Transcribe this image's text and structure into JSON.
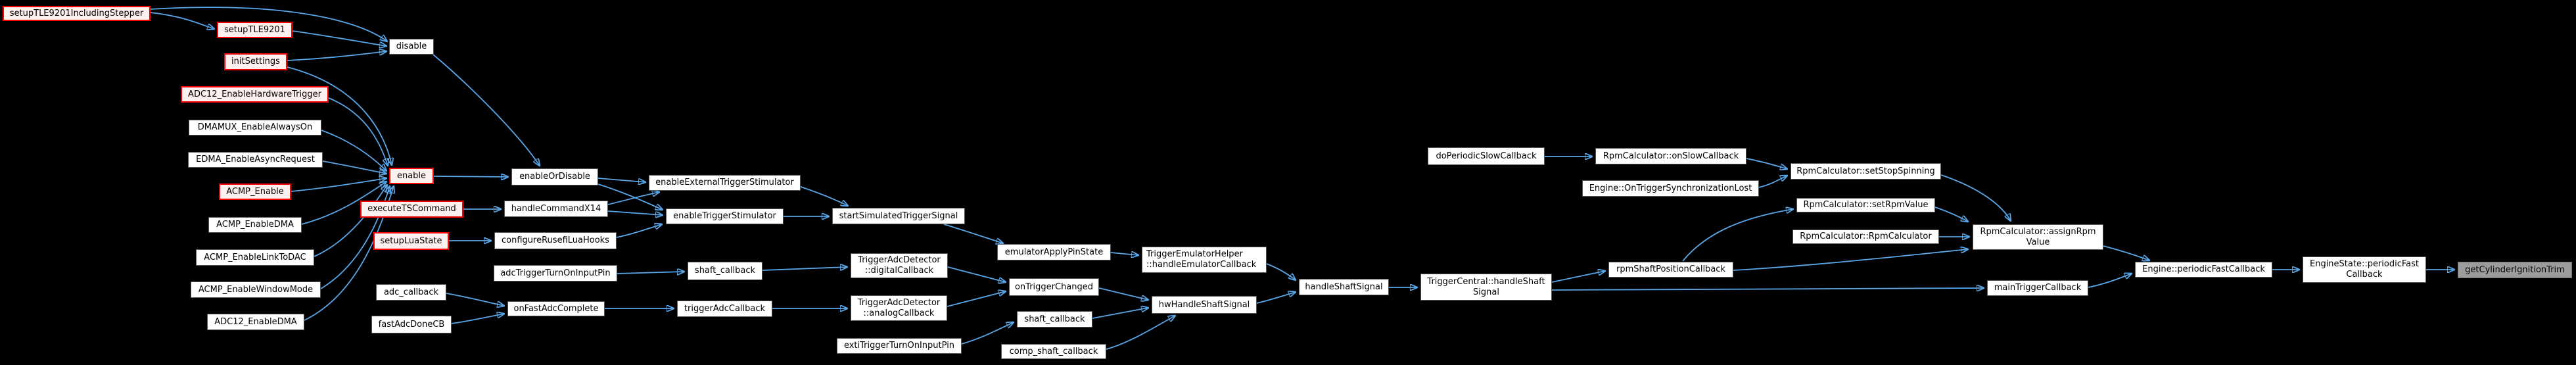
{
  "diagram": {
    "kind": "doxygen-caller-graph",
    "colors": {
      "background": "#000000",
      "edge": "#59a7e8",
      "node_fill": "#ffffff",
      "node_border": "#565656",
      "truncated_node_border": "#fb0000",
      "truncated_node_fill": "#fff0f0",
      "highlighted_node_fill": "#9c9c9c",
      "text": "#000000"
    },
    "nodes": {
      "setup_tle9201_including_stepper": {
        "label": "setupTLE9201IncludingStepper",
        "style": "truncated"
      },
      "setup_tle9201": {
        "label": "setupTLE9201",
        "style": "truncated"
      },
      "init_settings": {
        "label": "initSettings",
        "style": "truncated"
      },
      "adc12_enable_hardware_trigger": {
        "label": "ADC12_EnableHardwareTrigger",
        "style": "truncated"
      },
      "dmamux_enable_always_on": {
        "label": "DMAMUX_EnableAlwaysOn",
        "style": "normal"
      },
      "edma_enable_async_request": {
        "label": "EDMA_EnableAsyncRequest",
        "style": "normal"
      },
      "acmp_enable": {
        "label": "ACMP_Enable",
        "style": "truncated"
      },
      "acmp_enable_dma": {
        "label": "ACMP_EnableDMA",
        "style": "normal"
      },
      "acmp_enable_link_to_dac": {
        "label": "ACMP_EnableLinkToDAC",
        "style": "normal"
      },
      "acmp_enable_window_mode": {
        "label": "ACMP_EnableWindowMode",
        "style": "normal"
      },
      "adc12_enable_dma": {
        "label": "ADC12_EnableDMA",
        "style": "normal"
      },
      "disable": {
        "label": "disable",
        "style": "normal"
      },
      "enable": {
        "label": "enable",
        "style": "truncated"
      },
      "execute_ts_command": {
        "label": "executeTSCommand",
        "style": "truncated"
      },
      "setup_lua_state": {
        "label": "setupLuaState",
        "style": "truncated"
      },
      "adc_callback": {
        "label": "adc_callback",
        "style": "normal"
      },
      "fast_adc_done_cb": {
        "label": "fastAdcDoneCB",
        "style": "normal"
      },
      "enable_or_disable": {
        "label": "enableOrDisable",
        "style": "normal"
      },
      "handle_command_x14": {
        "label": "handleCommandX14",
        "style": "normal"
      },
      "configure_rusefi_lua_hooks": {
        "label": "configureRusefiLuaHooks",
        "style": "normal"
      },
      "adc_trigger_turn_on_input_pin": {
        "label": "adcTriggerTurnOnInputPin",
        "style": "normal"
      },
      "on_fast_adc_complete": {
        "label": "onFastAdcComplete",
        "style": "normal"
      },
      "enable_external_trigger_stimulator": {
        "label": "enableExternalTriggerStimulator",
        "style": "normal"
      },
      "enable_trigger_stimulator": {
        "label": "enableTriggerStimulator",
        "style": "normal"
      },
      "shaft_callback_adc": {
        "label": "shaft_callback",
        "style": "normal"
      },
      "trigger_adc_callback": {
        "label": "triggerAdcCallback",
        "style": "normal"
      },
      "start_simulated_trigger_signal": {
        "label": "startSimulatedTriggerSignal",
        "style": "normal"
      },
      "trigger_adc_detector_digital_callback": {
        "label": "TriggerAdcDetector::digitalCallback",
        "line1": "TriggerAdcDetector",
        "line2": "::digitalCallback",
        "style": "normal"
      },
      "trigger_adc_detector_analog_callback": {
        "label": "TriggerAdcDetector::analogCallback",
        "line1": "TriggerAdcDetector",
        "line2": "::analogCallback",
        "style": "normal"
      },
      "exti_trigger_turn_on_input_pin": {
        "label": "extiTriggerTurnOnInputPin",
        "style": "normal"
      },
      "emulator_apply_pin_state": {
        "label": "emulatorApplyPinState",
        "style": "normal"
      },
      "on_trigger_changed": {
        "label": "onTriggerChanged",
        "style": "normal"
      },
      "shaft_callback_exti": {
        "label": "shaft_callback",
        "style": "normal"
      },
      "comp_shaft_callback": {
        "label": "comp_shaft_callback",
        "style": "normal"
      },
      "trigger_emulator_helper_handle_emulator_callback": {
        "label": "TriggerEmulatorHelper::handleEmulatorCallback",
        "line1": "TriggerEmulatorHelper",
        "line2": "::handleEmulatorCallback",
        "style": "normal"
      },
      "hw_handle_shaft_signal": {
        "label": "hwHandleShaftSignal",
        "style": "normal"
      },
      "handle_shaft_signal": {
        "label": "handleShaftSignal",
        "style": "normal"
      },
      "trigger_central_handle_shaft_signal": {
        "label": "TriggerCentral::handleShaftSignal",
        "line1": "TriggerCentral::handleShaft",
        "line2": "Signal",
        "style": "normal"
      },
      "do_periodic_slow_callback": {
        "label": "doPeriodicSlowCallback",
        "style": "normal"
      },
      "rpm_calculator_on_slow_callback": {
        "label": "RpmCalculator::onSlowCallback",
        "style": "normal"
      },
      "engine_on_trigger_synchronization_lost": {
        "label": "Engine::OnTriggerSynchronizationLost",
        "style": "normal"
      },
      "rpm_calculator_set_stop_spinning": {
        "label": "RpmCalculator::setStopSpinning",
        "style": "normal"
      },
      "rpm_calculator_set_rpm_value": {
        "label": "RpmCalculator::setRpmValue",
        "style": "normal"
      },
      "rpm_calculator_rpm_calculator": {
        "label": "RpmCalculator::RpmCalculator",
        "style": "normal"
      },
      "rpm_shaft_position_callback": {
        "label": "rpmShaftPositionCallback",
        "style": "normal"
      },
      "rpm_calculator_assign_rpm_value": {
        "label": "RpmCalculator::assignRpmValue",
        "line1": "RpmCalculator::assignRpm",
        "line2": "Value",
        "style": "normal"
      },
      "main_trigger_callback": {
        "label": "mainTriggerCallback",
        "style": "normal"
      },
      "engine_periodic_fast_callback": {
        "label": "Engine::periodicFastCallback",
        "style": "normal"
      },
      "engine_state_periodic_fast_callback": {
        "label": "EngineState::periodicFastCallback",
        "line1": "EngineState::periodicFast",
        "line2": "Callback",
        "style": "normal"
      },
      "get_cylinder_ignition_trim": {
        "label": "getCylinderIgnitionTrim",
        "style": "highlighted"
      }
    },
    "edges": [
      {
        "from": "setup_tle9201_including_stepper",
        "to": "setup_tle9201"
      },
      {
        "from": "setup_tle9201_including_stepper",
        "to": "disable"
      },
      {
        "from": "setup_tle9201",
        "to": "disable"
      },
      {
        "from": "init_settings",
        "to": "disable"
      },
      {
        "from": "init_settings",
        "to": "enable"
      },
      {
        "from": "adc12_enable_hardware_trigger",
        "to": "enable"
      },
      {
        "from": "dmamux_enable_always_on",
        "to": "enable"
      },
      {
        "from": "edma_enable_async_request",
        "to": "enable"
      },
      {
        "from": "acmp_enable",
        "to": "enable"
      },
      {
        "from": "acmp_enable_dma",
        "to": "enable"
      },
      {
        "from": "acmp_enable_link_to_dac",
        "to": "enable"
      },
      {
        "from": "acmp_enable_window_mode",
        "to": "enable"
      },
      {
        "from": "adc12_enable_dma",
        "to": "enable"
      },
      {
        "from": "enable",
        "to": "enable_or_disable"
      },
      {
        "from": "disable",
        "to": "enable_or_disable"
      },
      {
        "from": "enable_or_disable",
        "to": "enable_external_trigger_stimulator"
      },
      {
        "from": "enable_or_disable",
        "to": "enable_trigger_stimulator"
      },
      {
        "from": "handle_command_x14",
        "to": "enable_external_trigger_stimulator"
      },
      {
        "from": "handle_command_x14",
        "to": "enable_trigger_stimulator"
      },
      {
        "from": "configure_rusefi_lua_hooks",
        "to": "enable_trigger_stimulator"
      },
      {
        "from": "execute_ts_command",
        "to": "handle_command_x14"
      },
      {
        "from": "setup_lua_state",
        "to": "configure_rusefi_lua_hooks"
      },
      {
        "from": "enable_external_trigger_stimulator",
        "to": "start_simulated_trigger_signal"
      },
      {
        "from": "enable_trigger_stimulator",
        "to": "start_simulated_trigger_signal"
      },
      {
        "from": "adc_trigger_turn_on_input_pin",
        "to": "shaft_callback_adc"
      },
      {
        "from": "shaft_callback_adc",
        "to": "trigger_adc_detector_digital_callback"
      },
      {
        "from": "adc_callback",
        "to": "on_fast_adc_complete"
      },
      {
        "from": "fast_adc_done_cb",
        "to": "on_fast_adc_complete"
      },
      {
        "from": "on_fast_adc_complete",
        "to": "trigger_adc_callback"
      },
      {
        "from": "trigger_adc_callback",
        "to": "trigger_adc_detector_analog_callback"
      },
      {
        "from": "start_simulated_trigger_signal",
        "to": "emulator_apply_pin_state"
      },
      {
        "from": "emulator_apply_pin_state",
        "to": "trigger_emulator_helper_handle_emulator_callback"
      },
      {
        "from": "trigger_adc_detector_digital_callback",
        "to": "on_trigger_changed"
      },
      {
        "from": "trigger_adc_detector_analog_callback",
        "to": "on_trigger_changed"
      },
      {
        "from": "exti_trigger_turn_on_input_pin",
        "to": "shaft_callback_exti"
      },
      {
        "from": "on_trigger_changed",
        "to": "hw_handle_shaft_signal"
      },
      {
        "from": "shaft_callback_exti",
        "to": "hw_handle_shaft_signal"
      },
      {
        "from": "comp_shaft_callback",
        "to": "hw_handle_shaft_signal"
      },
      {
        "from": "trigger_emulator_helper_handle_emulator_callback",
        "to": "handle_shaft_signal"
      },
      {
        "from": "hw_handle_shaft_signal",
        "to": "handle_shaft_signal"
      },
      {
        "from": "handle_shaft_signal",
        "to": "trigger_central_handle_shaft_signal"
      },
      {
        "from": "trigger_central_handle_shaft_signal",
        "to": "rpm_shaft_position_callback"
      },
      {
        "from": "trigger_central_handle_shaft_signal",
        "to": "main_trigger_callback"
      },
      {
        "from": "do_periodic_slow_callback",
        "to": "rpm_calculator_on_slow_callback"
      },
      {
        "from": "rpm_calculator_on_slow_callback",
        "to": "rpm_calculator_set_stop_spinning"
      },
      {
        "from": "engine_on_trigger_synchronization_lost",
        "to": "rpm_calculator_set_stop_spinning"
      },
      {
        "from": "rpm_calculator_set_stop_spinning",
        "to": "rpm_calculator_assign_rpm_value"
      },
      {
        "from": "rpm_calculator_set_rpm_value",
        "to": "rpm_calculator_assign_rpm_value"
      },
      {
        "from": "rpm_calculator_rpm_calculator",
        "to": "rpm_calculator_assign_rpm_value"
      },
      {
        "from": "rpm_shaft_position_callback",
        "to": "rpm_calculator_set_rpm_value"
      },
      {
        "from": "rpm_shaft_position_callback",
        "to": "rpm_calculator_assign_rpm_value"
      },
      {
        "from": "rpm_calculator_assign_rpm_value",
        "to": "engine_periodic_fast_callback"
      },
      {
        "from": "main_trigger_callback",
        "to": "engine_periodic_fast_callback"
      },
      {
        "from": "engine_periodic_fast_callback",
        "to": "engine_state_periodic_fast_callback"
      },
      {
        "from": "engine_state_periodic_fast_callback",
        "to": "get_cylinder_ignition_trim"
      }
    ]
  }
}
